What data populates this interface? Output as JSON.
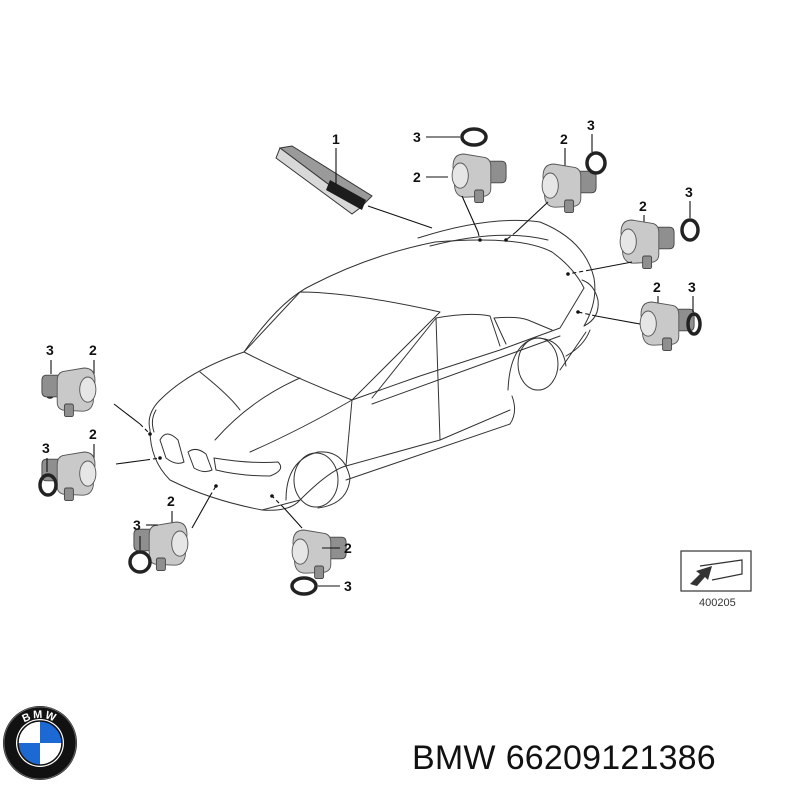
{
  "diagram": {
    "callouts": {
      "sensor_part": "2",
      "ring_part": "3",
      "module_part": "1"
    },
    "reference_code": "400205",
    "arrow_icon": "arrow-bracket-icon"
  },
  "logo": {
    "brand_letters": "BMW",
    "colors": {
      "outer": "#111111",
      "blue": "#1c69d4",
      "white": "#ffffff"
    }
  },
  "caption": {
    "brand": "BMW",
    "part_number": "66209121386"
  }
}
